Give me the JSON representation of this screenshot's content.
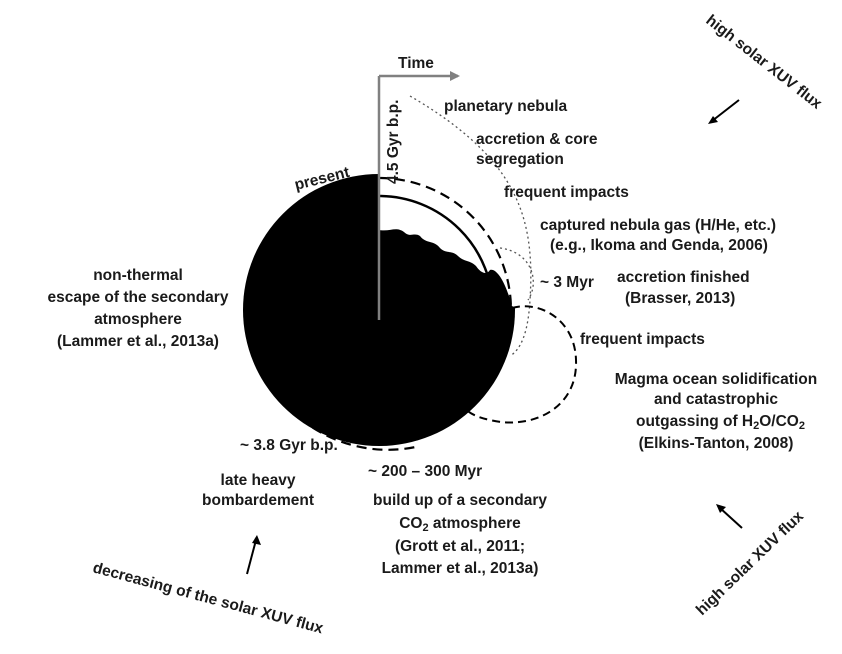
{
  "axis": {
    "time_label": "Time",
    "start_label": "4.5 Gyr b.p.",
    "present_label": "present"
  },
  "events": {
    "planetary_nebula": "planetary nebula",
    "accretion_core": [
      "accretion & core",
      "segregation"
    ],
    "frequent_impacts_early": "frequent impacts",
    "captured_gas": [
      "captured nebula gas (H/He, etc.)",
      "(e.g., Ikoma and Genda, 2006)"
    ],
    "three_myr": "~ 3 Myr",
    "accretion_finished": [
      "accretion finished",
      "(Brasser, 2013)"
    ],
    "frequent_impacts_late": "frequent impacts",
    "magma_ocean": [
      "Magma ocean solidification",
      "and catastrophic",
      "outgassing of H",
      "2",
      "O/CO",
      "2",
      "(Elkins-Tanton, 2008)"
    ],
    "non_thermal": [
      "non-thermal",
      "escape of the secondary",
      "atmosphere",
      "(Lammer et al., 2013a)"
    ],
    "three_eight_gyr": "~ 3.8 Gyr b.p.",
    "late_heavy": [
      "late heavy",
      "bombardement"
    ],
    "two_hundred_myr": "~ 200 – 300 Myr",
    "secondary_atm": [
      "build up of a secondary",
      "CO",
      "2",
      " atmosphere",
      "(Grott et al., 2011;",
      "Lammer et al., 2013a)"
    ]
  },
  "flux": {
    "top_right": "high solar XUV flux",
    "bottom_right": "high solar XUV flux",
    "bottom_left": "decreasing of the solar XUV flux"
  }
}
